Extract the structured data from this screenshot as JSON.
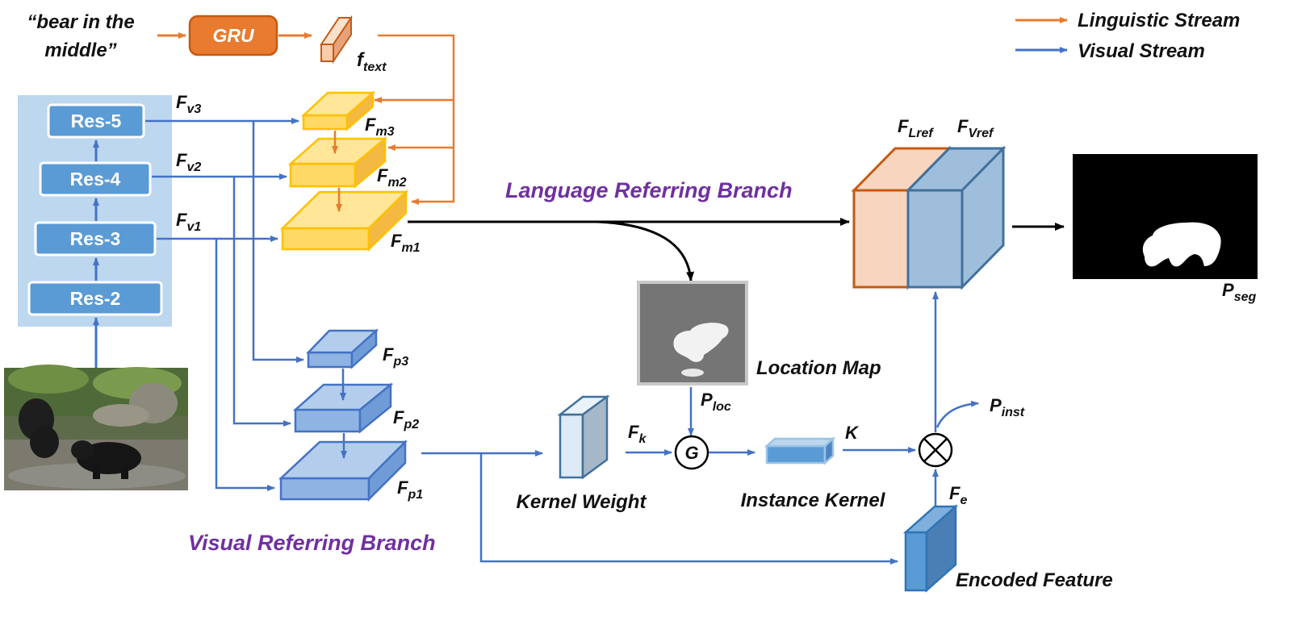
{
  "query": {
    "line1": "“bear in the",
    "line2": "middle”"
  },
  "gru": "GRU",
  "ftext": {
    "main": "f",
    "sub": "text"
  },
  "backbone": {
    "res5": "Res-5",
    "res4": "Res-4",
    "res3": "Res-3",
    "res2": "Res-2"
  },
  "fv3": {
    "main": "F",
    "sub": "v3"
  },
  "fv2": {
    "main": "F",
    "sub": "v2"
  },
  "fv1": {
    "main": "F",
    "sub": "v1"
  },
  "fm3": {
    "main": "F",
    "sub": "m3"
  },
  "fm2": {
    "main": "F",
    "sub": "m2"
  },
  "fm1": {
    "main": "F",
    "sub": "m1"
  },
  "fp3": {
    "main": "F",
    "sub": "p3"
  },
  "fp2": {
    "main": "F",
    "sub": "p2"
  },
  "fp1": {
    "main": "F",
    "sub": "p1"
  },
  "flref": {
    "main": "F",
    "sub": "Lref"
  },
  "fvref": {
    "main": "F",
    "sub": "Vref"
  },
  "pseg": {
    "main": "P",
    "sub": "seg"
  },
  "ploc": {
    "main": "P",
    "sub": "loc"
  },
  "pinst": {
    "main": "P",
    "sub": "inst"
  },
  "fk": {
    "main": "F",
    "sub": "k"
  },
  "fe": {
    "main": "F",
    "sub": "e"
  },
  "k": "K",
  "g": "G",
  "language_branch": "Language Referring Branch",
  "visual_branch": "Visual Referring Branch",
  "location_map": "Location Map",
  "kernel_weight": "Kernel Weight",
  "instance_kernel": "Instance Kernel",
  "encoded_feature": "Encoded Feature",
  "legend": {
    "linguistic": "Linguistic Stream",
    "visual": "Visual Stream"
  },
  "colors": {
    "orange": "#E87B2F",
    "blue": "#4472C4",
    "purple": "#7030A0",
    "yellow": "#FFC000"
  }
}
